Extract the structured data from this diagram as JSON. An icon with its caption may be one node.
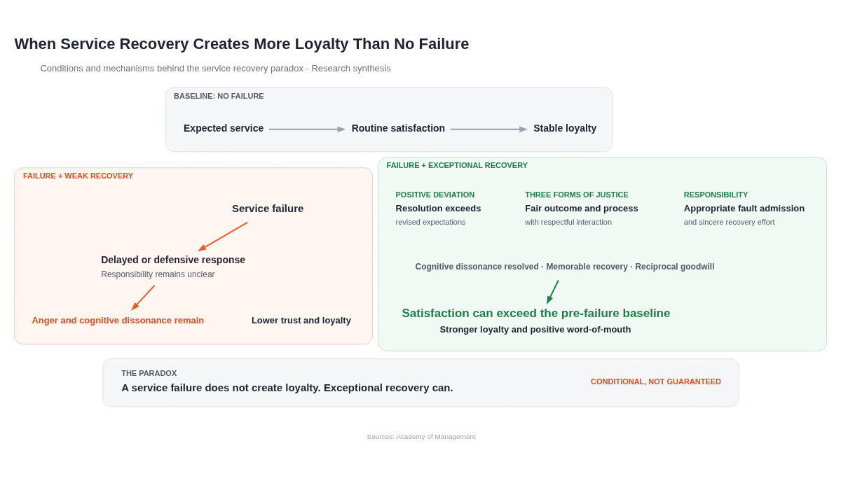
{
  "diagram": {
    "title": "When Service Recovery Creates More Loyalty Than No Failure",
    "nodes": [
      {
        "text": [
          "BASELINE: NO FAILURE"
        ]
      },
      {
        "text": [
          "Expected service"
        ],
        "in": 0
      },
      {
        "text": [
          "Routine satisfaction"
        ],
        "in": 0
      },
      {
        "text": [
          "Stable loyalty"
        ],
        "in": 0
      },
      {
        "text": [
          "FAILURE + WEAK RECOVERY"
        ]
      },
      {
        "text": [
          "Service failure"
        ],
        "in": 4
      },
      {
        "text": [
          "Delayed or defensive response",
          "Responsibility remains unclear"
        ],
        "in": 4
      },
      {
        "text": [
          "Anger and cognitive dissonance remain"
        ],
        "in": 4
      },
      {
        "text": [
          "Lower trust and loyalty"
        ],
        "in": 4
      },
      {
        "text": [
          "FAILURE + EXCEPTIONAL RECOVERY"
        ]
      },
      {
        "text": [
          "RESPONSIBILITY",
          "Appropriate fault admission",
          "and sincere recovery effort"
        ],
        "in": 9
      },
      {
        "text": [
          "THREE FORMS OF JUSTICE",
          "Fair outcome and process",
          "with respectful interaction"
        ],
        "in": 9
      },
      {
        "text": [
          "POSITIVE DEVIATION",
          "Resolution exceeds",
          "revised expectations"
        ],
        "in": 9
      },
      {
        "text": [
          "Cognitive dissonance resolved · Memorable recovery · Reciprocal goodwill"
        ],
        "in": 9
      },
      {
        "text": [
          "Satisfaction can exceed the pre-failure baseline",
          "Stronger loyalty and positive word-of-mouth"
        ],
        "in": 9
      },
      {
        "text": [
          "THE PARADOX",
          "A service failure does not create loyalty. Exceptional recovery can.",
          "CONDITIONAL, NOT GUARANTEED"
        ]
      }
    ],
    "edges": [
      {
        "from": 1,
        "to": 2,
        "arrow": "to",
        "color": "#9aa1ab"
      },
      {
        "from": 2,
        "to": 3,
        "arrow": "to",
        "color": "#9aa1ab"
      },
      {
        "from": 5,
        "to": 6,
        "arrow": "to",
        "color": "#f05a28"
      },
      {
        "from": 6,
        "to": 7,
        "arrow": "to",
        "color": "#f05a28"
      },
      {
        "from": 13,
        "to": 14,
        "arrow": "to",
        "color": "#1e7f45"
      }
    ],
    "labels": [
      "Conditions and mechanisms behind the service recovery paradox · Research synthesis",
      "Sources: Academy of Management"
    ]
  }
}
